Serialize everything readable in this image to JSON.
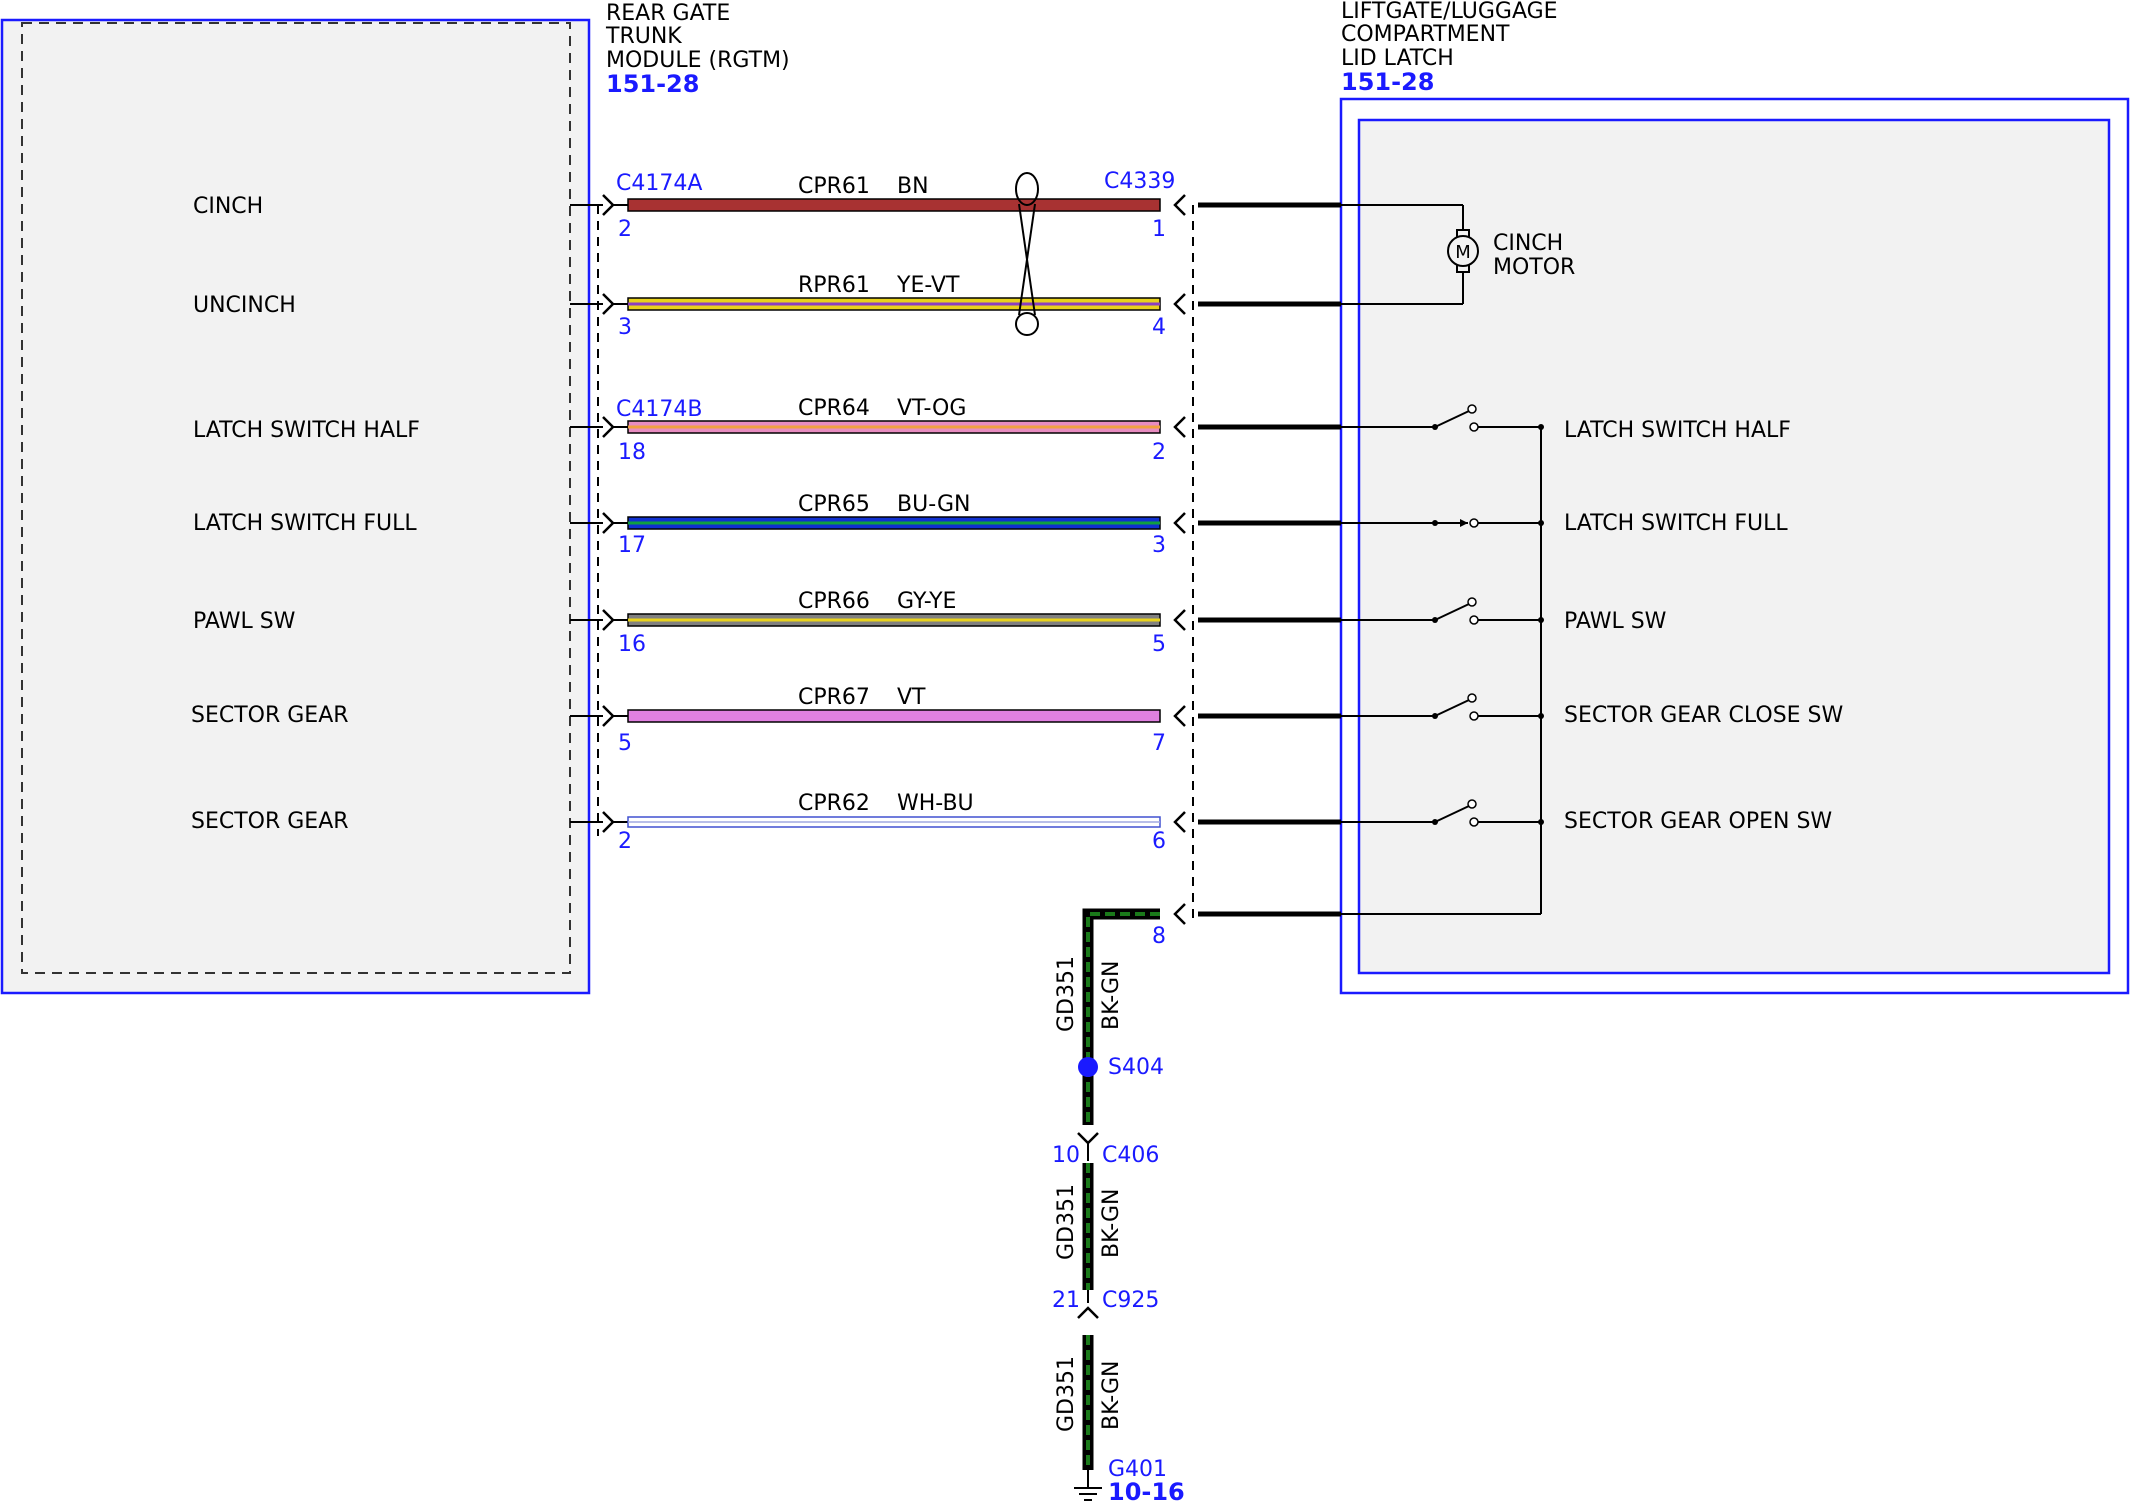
{
  "left_module": {
    "title_lines": [
      "REAR GATE",
      "TRUNK",
      "MODULE (RGTM)"
    ],
    "ref": "151-28",
    "labels": [
      "CINCH",
      "UNCINCH",
      "LATCH SWITCH HALF",
      "LATCH SWITCH FULL",
      "PAWL SW",
      "SECTOR GEAR",
      "SECTOR GEAR"
    ]
  },
  "right_module": {
    "title_lines": [
      "LIFTGATE/LUGGAGE",
      "COMPARTMENT",
      "LID LATCH"
    ],
    "ref": "151-28",
    "motor_label_lines": [
      "CINCH",
      "MOTOR"
    ],
    "switch_labels": [
      "LATCH SWITCH HALF",
      "LATCH SWITCH FULL",
      "PAWL SW",
      "SECTOR GEAR CLOSE SW",
      "SECTOR GEAR OPEN SW"
    ]
  },
  "connectors": {
    "left_a": "C4174A",
    "left_b": "C4174B",
    "right": "C4339"
  },
  "wires": [
    {
      "circuit": "CPR61",
      "color_code": "BN",
      "left_pin": "2",
      "right_pin": "1",
      "colors": [
        "#a83232"
      ]
    },
    {
      "circuit": "RPR61",
      "color_code": "YE-VT",
      "left_pin": "3",
      "right_pin": "4",
      "colors": [
        "#e8d21c",
        "#8a3fc0"
      ]
    },
    {
      "circuit": "CPR64",
      "color_code": "VT-OG",
      "left_pin": "18",
      "right_pin": "2",
      "colors": [
        "#e88cc0",
        "#f0a040"
      ]
    },
    {
      "circuit": "CPR65",
      "color_code": "BU-GN",
      "left_pin": "17",
      "right_pin": "3",
      "colors": [
        "#1030d0",
        "#10a040"
      ]
    },
    {
      "circuit": "CPR66",
      "color_code": "GY-YE",
      "left_pin": "16",
      "right_pin": "5",
      "colors": [
        "#808080",
        "#e8d21c"
      ]
    },
    {
      "circuit": "CPR67",
      "color_code": "VT",
      "left_pin": "5",
      "right_pin": "7",
      "colors": [
        "#e080e0"
      ]
    },
    {
      "circuit": "CPR62",
      "color_code": "WH-BU",
      "left_pin": "2",
      "right_pin": "6",
      "colors": [
        "#ffffff",
        "#4050d0"
      ]
    }
  ],
  "ground": {
    "pin": "8",
    "circuit": "GD351",
    "color_code": "BK-GN",
    "splice": "S404",
    "c406_pin": "10",
    "c406": "C406",
    "c925_pin": "21",
    "c925": "C925",
    "ground_id": "G401",
    "ground_ref": "10-16"
  },
  "colors": {
    "module_border": "#1a1aff",
    "module_fill": "#f2f2f2",
    "ground_wire": "#1a7a1a"
  }
}
